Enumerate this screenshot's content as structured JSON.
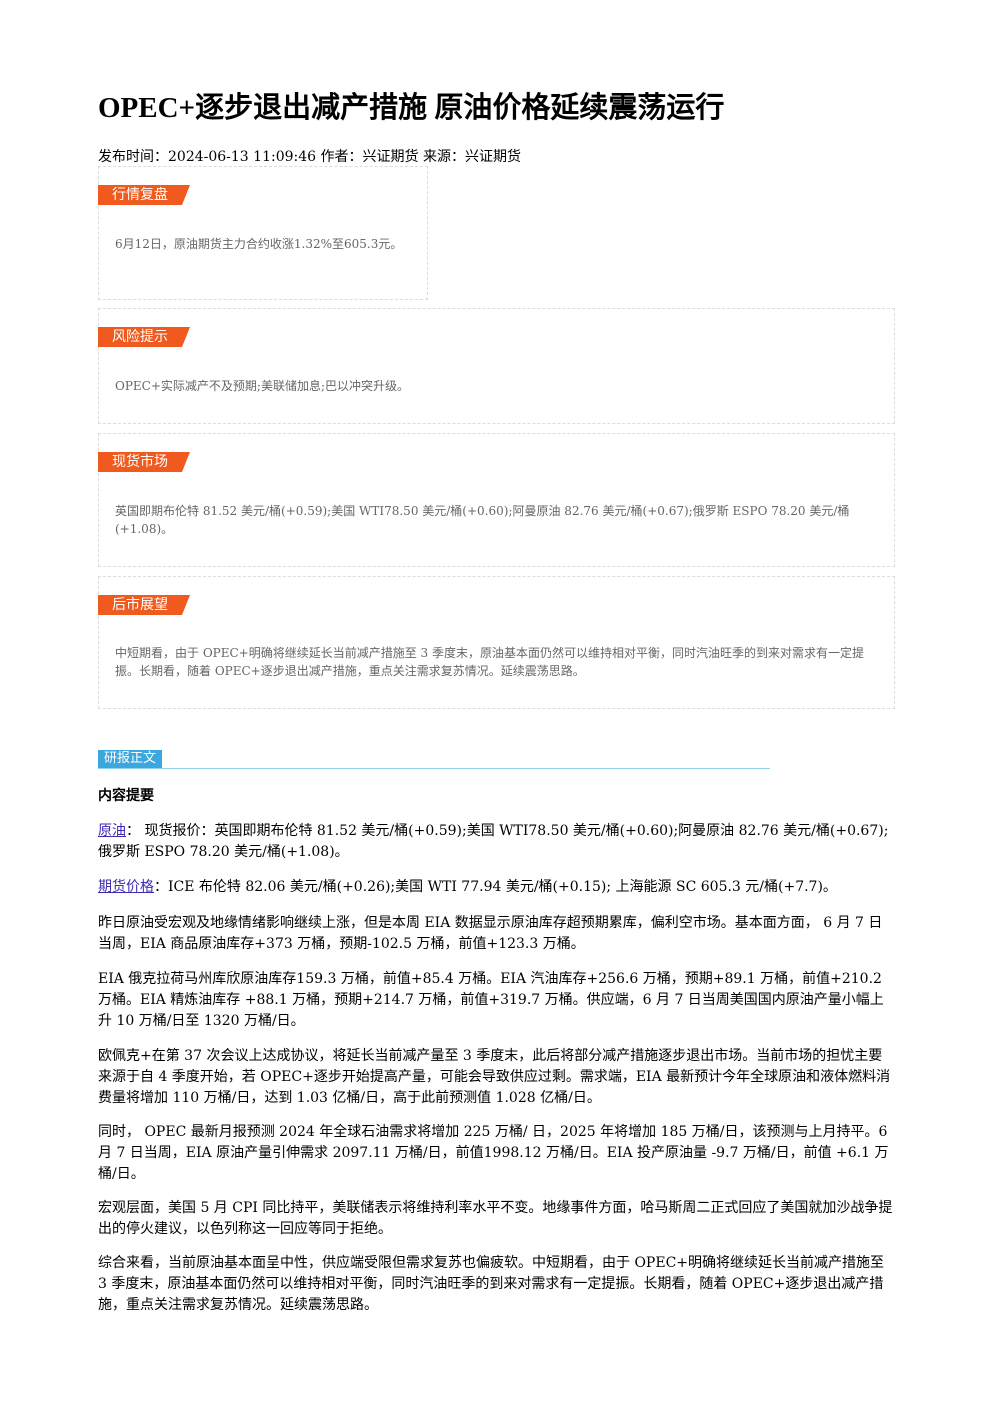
{
  "title": "OPEC+逐步退出减产措施 原油价格延续震荡运行",
  "meta": "发布时间：2024-06-13 11:09:46 作者：兴证期货 来源：兴证期货",
  "boxes": [
    {
      "tag": "行情复盘",
      "text": "6月12日，原油期货主力合约收涨1.32%至605.3元。"
    },
    {
      "tag": "风险提示",
      "text": "OPEC+实际减产不及预期;美联储加息;巴以冲突升级。"
    },
    {
      "tag": "现货市场",
      "text": "英国即期布伦特 81.52 美元/桶(+0.59);美国 WTI78.50 美元/桶(+0.60);阿曼原油 82.76 美元/桶(+0.67);俄罗斯 ESPO 78.20 美元/桶(+1.08)。"
    },
    {
      "tag": "后市展望",
      "text": "中短期看，由于 OPEC+明确将继续延长当前减产措施至 3 季度末，原油基本面仍然可以维持相对平衡，同时汽油旺季的到来对需求有一定提振。长期看，随着 OPEC+逐步退出减产措施，重点关注需求复苏情况。延续震荡思路。"
    }
  ],
  "report_tag": "研报正文",
  "summary_heading": "内容提要",
  "crude": {
    "link": "原油",
    "text": "：  现货报价：英国即期布伦特 81.52 美元/桶(+0.59);美国 WTI78.50 美元/桶(+0.60);阿曼原油 82.76 美元/桶(+0.67);俄罗斯 ESPO 78.20 美元/桶(+1.08)。"
  },
  "futures": {
    "link": "期货价格",
    "text": "：ICE 布伦特 82.06 美元/桶(+0.26);美国 WTI 77.94 美元/桶(+0.15); 上海能源 SC 605.3 元/桶(+7.7)。"
  },
  "paragraphs": [
    "昨日原油受宏观及地缘情绪影响继续上涨，但是本周 EIA 数据显示原油库存超预期累库，偏利空市场。基本面方面， 6 月 7 日当周，EIA 商品原油库存+373 万桶，预期-102.5 万桶，前值+123.3 万桶。",
    "EIA 俄克拉荷马州库欣原油库存159.3 万桶，前值+85.4 万桶。EIA 汽油库存+256.6 万桶，预期+89.1 万桶，前值+210.2 万桶。EIA 精炼油库存 +88.1 万桶，预期+214.7 万桶，前值+319.7 万桶。供应端，6 月 7 日当周美国国内原油产量小幅上升 10 万桶/日至 1320 万桶/日。",
    "欧佩克+在第 37 次会议上达成协议，将延长当前减产量至 3 季度末，此后将部分减产措施逐步退出市场。当前市场的担忧主要来源于自 4 季度开始，若 OPEC+逐步开始提高产量，可能会导致供应过剩。需求端，EIA 最新预计今年全球原油和液体燃料消费量将增加 110 万桶/日，达到 1.03 亿桶/日，高于此前预测值 1.028 亿桶/日。",
    "同时， OPEC 最新月报预测 2024 年全球石油需求将增加 225 万桶/ 日，2025 年将增加 185 万桶/日，该预测与上月持平。6 月 7 日当周，EIA 原油产量引伸需求 2097.11 万桶/日，前值1998.12 万桶/日。EIA 投产原油量 -9.7 万桶/日，前值 +6.1 万桶/日。",
    "宏观层面，美国 5 月 CPI 同比持平，美联储表示将维持利率水平不变。地缘事件方面，哈马斯周二正式回应了美国就加沙战争提出的停火建议，以色列称这一回应等同于拒绝。",
    "综合来看，当前原油基本面呈中性，供应端受限但需求复苏也偏疲软。中短期看，由于 OPEC+明确将继续延长当前减产措施至 3 季度末，原油基本面仍然可以维持相对平衡，同时汽油旺季的到来对需求有一定提振。长期看，随着 OPEC+逐步退出减产措施，重点关注需求复苏情况。延续震荡思路。"
  ]
}
